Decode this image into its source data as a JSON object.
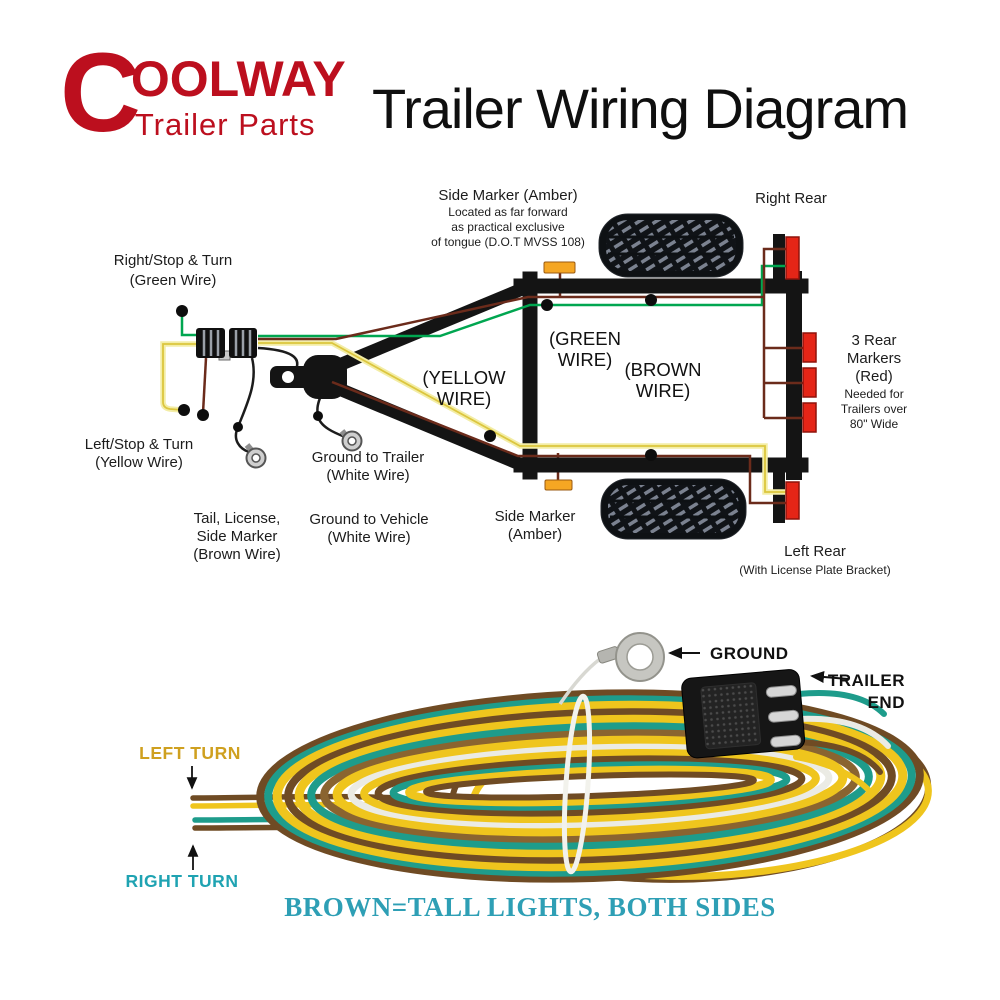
{
  "header": {
    "brand_c": "C",
    "brand_rest": "OOLWAY",
    "brand_sub": "Trailer Parts",
    "title": "Trailer Wiring Diagram"
  },
  "diagram": {
    "labels": {
      "smt1": "Side Marker (Amber)",
      "smt2": "Located as far forward",
      "smt3": "as practical exclusive",
      "smt4": "of tongue (D.O.T MVSS 108)",
      "right_rear": "Right Rear",
      "rst1": "Right/Stop & Turn",
      "rst2": "(Green Wire)",
      "lst1": "Left/Stop & Turn",
      "lst2": "(Yellow Wire)",
      "gtt1": "Ground to Trailer",
      "gtt2": "(White Wire)",
      "tls1": "Tail, License,",
      "tls2": "Side Marker",
      "tls3": "(Brown Wire)",
      "gtv1": "Ground to Vehicle",
      "gtv2": "(White Wire)",
      "smb1": "Side Marker",
      "smb2": "(Amber)",
      "rm1": "3 Rear",
      "rm2": "Markers",
      "rm3": "(Red)",
      "rm4": "Needed for",
      "rm5": "Trailers over",
      "rm6": "80\" Wide",
      "lr1": "Left Rear",
      "lr2": "(With License Plate Bracket)",
      "gw1": "(GREEN",
      "gw2": "WIRE)",
      "bw1": "(BROWN",
      "bw2": "WIRE)",
      "yw1": "(YELLOW",
      "yw2": "WIRE)"
    },
    "colors": {
      "frame": "#141414",
      "green": "#00a650",
      "yellow_pale": "#f3eda6",
      "yellow_core": "#dcc63e",
      "brown": "#6b2b1b",
      "amber": "#f5a623",
      "red": "#e52517",
      "dot": "#0d0d0d"
    }
  },
  "harness": {
    "labels": {
      "left_turn": "LEFT TURN",
      "right_turn": "RIGHT TURN",
      "ground": "GROUND",
      "te1": "TRAILER",
      "te2": "END"
    },
    "colors": {
      "yellow": "#efc51d",
      "teal": "#1e9c8b",
      "brown": "#6f4b24",
      "brown_light": "#8a6430",
      "white": "#ebebe4",
      "label_gold": "#cfa01f",
      "label_teal": "#1fa3b2"
    }
  },
  "caption": {
    "text": "BROWN=TALL LIGHTS, BOTH SIDES",
    "color": "#2e9fb5"
  }
}
